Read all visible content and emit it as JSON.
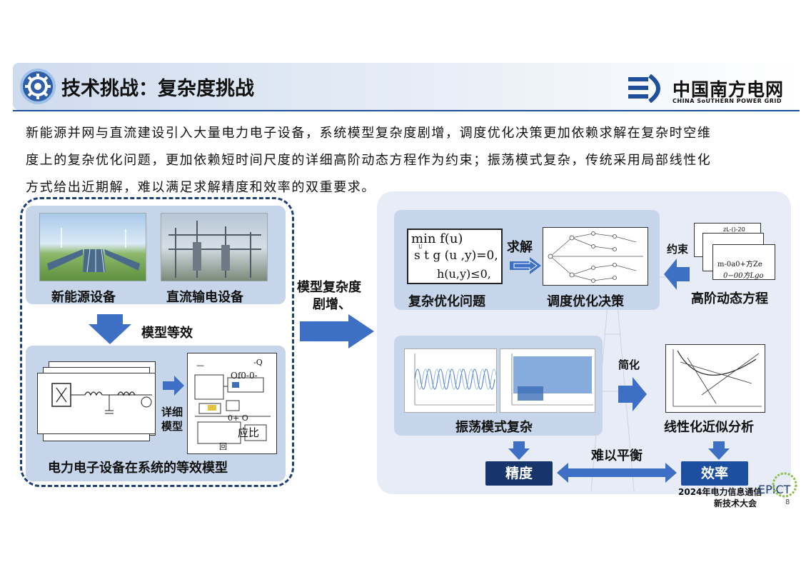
{
  "header": {
    "title": "技术挑战：复杂度挑战",
    "logo_cn": "中国南方电网",
    "logo_en": "CHINA SoUTHERN POWER GRID"
  },
  "intro": {
    "line1": "新能源并网与直流建设引入大量电力电子设备，系统模型复杂度剧增，调度优化决策更加依赖求解在复杂时空维",
    "line2": "度上的复杂优化问题，更加依赖短时间尺度的详细高阶动态方程作为约束；振荡模式复杂，传统采用局部线性化",
    "line3": "方式给出近期解，难以满足求解精度和效率的双重要求。"
  },
  "left": {
    "img1_label": "新能源设备",
    "img2_label": "直流输电设备",
    "equiv_label": "模型等效",
    "detail_label_1": "详细",
    "detail_label_2": "模型",
    "bottom_label": "电力电子设备在系统的等效模型",
    "schematic_text_1": "Of0-0-",
    "schematic_text_2": "0+ O",
    "schematic_text_3": "应比",
    "schematic_text_4": "-Q",
    "schematic_text_5": "回",
    "schematic_text_6": "—"
  },
  "middle": {
    "arrow_label_1": "模型复杂度",
    "arrow_label_2": "剧增、"
  },
  "right": {
    "formula_1": "min f(u)",
    "formula_2": "s t g (u ,y)=0,",
    "formula_3": "h(u,y)≤0,",
    "formula_u": "U",
    "solve_label": "求解",
    "complex_opt_label": "复杂优化问题",
    "dispatch_label": "调度优化决策",
    "constraint_label": "约束",
    "high_order_label": "高阶动态方程",
    "eq_text_1": "m-0a0+方Ze",
    "eq_text_2": "0−00方Lgo",
    "eq_text_3": "zL-()-20",
    "oscillation_label": "振荡模式复杂",
    "simplify_label": "简化",
    "linear_label": "线性化近似分析",
    "balance_label": "难以平衡",
    "precision_label": "精度",
    "efficiency_label": "效率"
  },
  "footer": {
    "conference_1": "2024年电力信息通信",
    "conference_2": "新技术大会",
    "epict": "EPICT",
    "page": "8"
  },
  "colors": {
    "navy": "#17356b",
    "arrow_blue": "#3d6fc4",
    "panel": "#c6d5ea"
  }
}
